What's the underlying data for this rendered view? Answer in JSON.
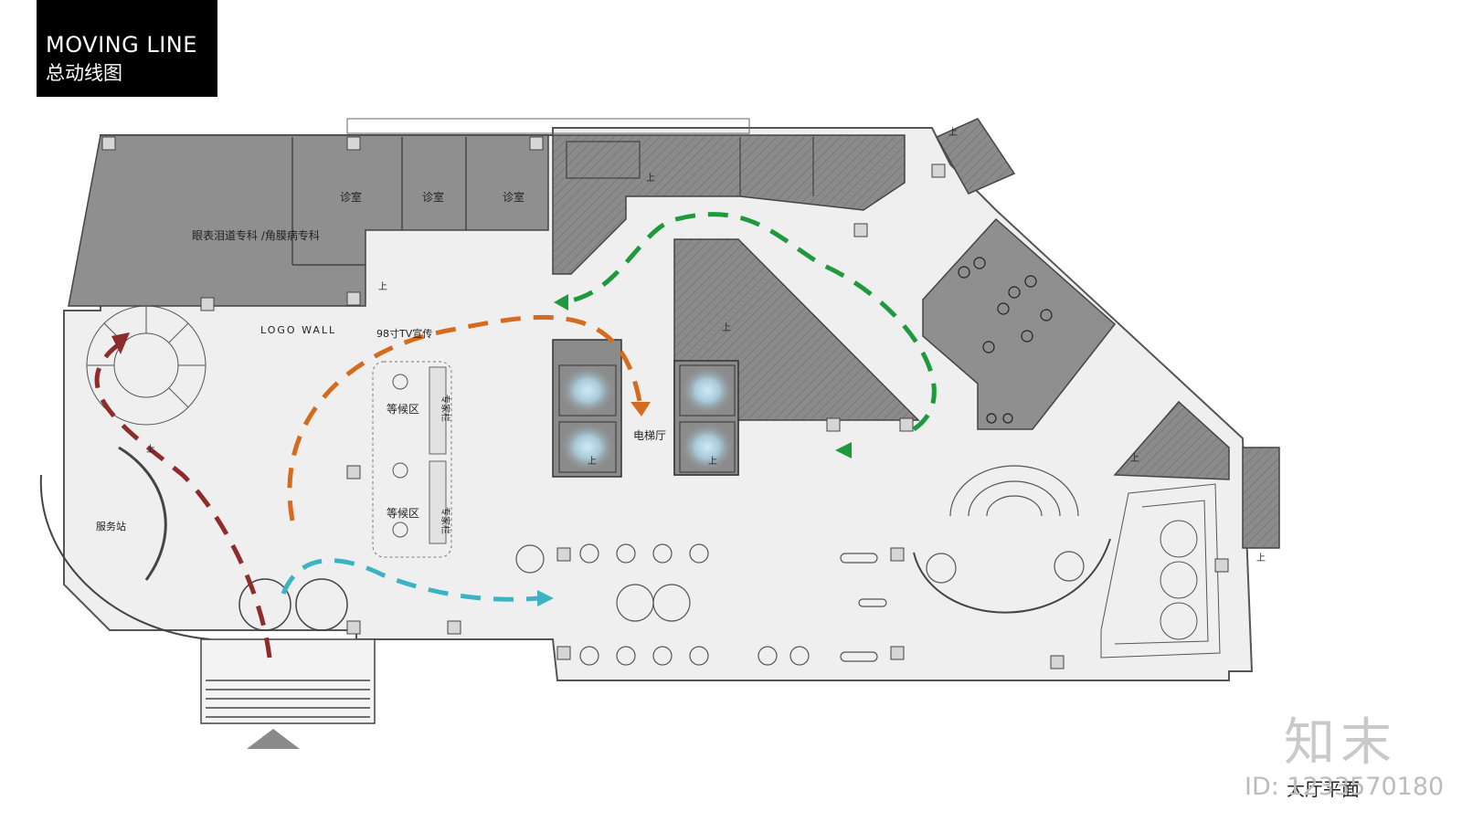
{
  "header": {
    "title_en": "MOVING LINE",
    "title_zh": "总动线图"
  },
  "rooms": {
    "ophthalmology": "眼表泪道专科 /角膜病专科",
    "clinic_1": "诊室",
    "clinic_2": "诊室",
    "clinic_3": "诊室",
    "waiting_1": "等候区",
    "waiting_2": "等候区",
    "specialist_1": "专家栏",
    "specialist_2": "专家栏",
    "elevator_hall": "电梯厅",
    "service_station": "服务站",
    "logo_wall": "LOGO WALL",
    "tv": "98寸TV宣传"
  },
  "stair_marks": [
    "上",
    "上",
    "上",
    "上",
    "上",
    "上",
    "上",
    "上",
    "上"
  ],
  "flow_colors": {
    "red": "#8e2b2b",
    "orange": "#d46b1e",
    "green": "#1e9a3c",
    "cyan": "#3bb3c3",
    "dark_zone": "#8d8d8d",
    "floor": "#efefef"
  },
  "watermark": {
    "brand": "知末",
    "id": "ID: 1233570180"
  },
  "sheet_title": "大厅平面"
}
